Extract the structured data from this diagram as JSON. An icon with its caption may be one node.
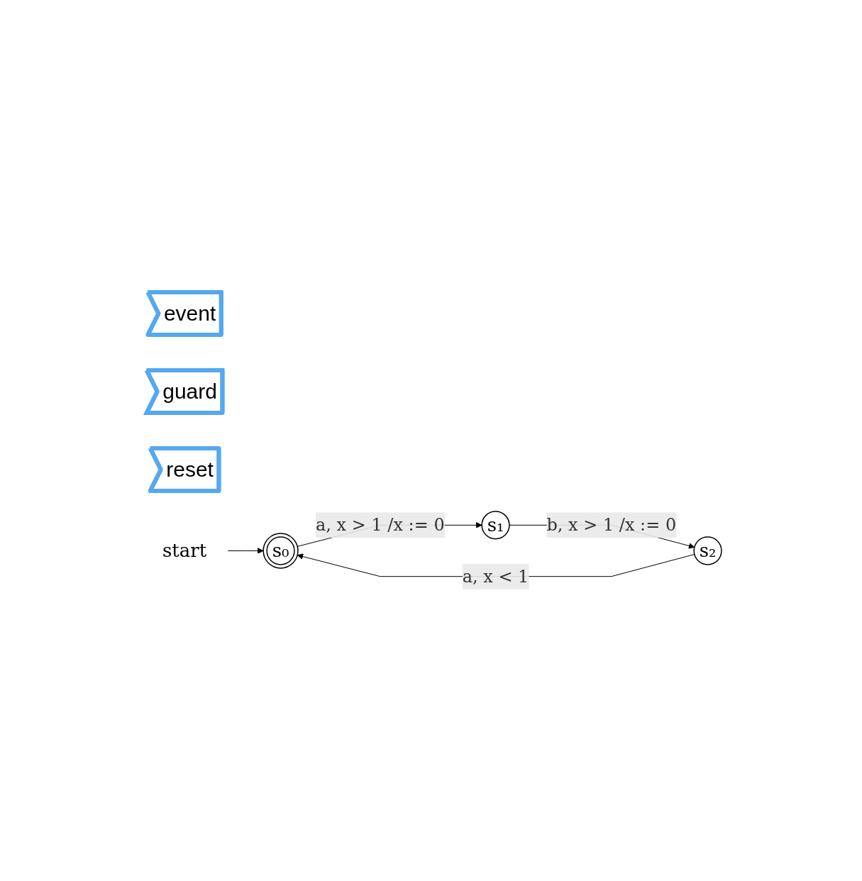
{
  "diagram": {
    "nodes": [
      {
        "text": [
          "event"
        ]
      },
      {
        "text": [
          "guard"
        ]
      },
      {
        "text": [
          "reset"
        ]
      },
      {
        "text": [
          "s₀"
        ]
      },
      {
        "text": [
          "s₁"
        ]
      },
      {
        "text": [
          "s₂"
        ]
      },
      {
        "text": [
          "start"
        ]
      }
    ],
    "edges": [
      {
        "from": 6,
        "to": 3,
        "arrow": "to"
      },
      {
        "from": 3,
        "to": 4,
        "arrow": "to",
        "label": "a, x > 1 /x := 0"
      },
      {
        "from": 4,
        "to": 5,
        "arrow": "to",
        "label": "b, x > 1 /x := 0"
      },
      {
        "from": 5,
        "to": 3,
        "arrow": "to",
        "label": "a, x < 1"
      }
    ]
  }
}
